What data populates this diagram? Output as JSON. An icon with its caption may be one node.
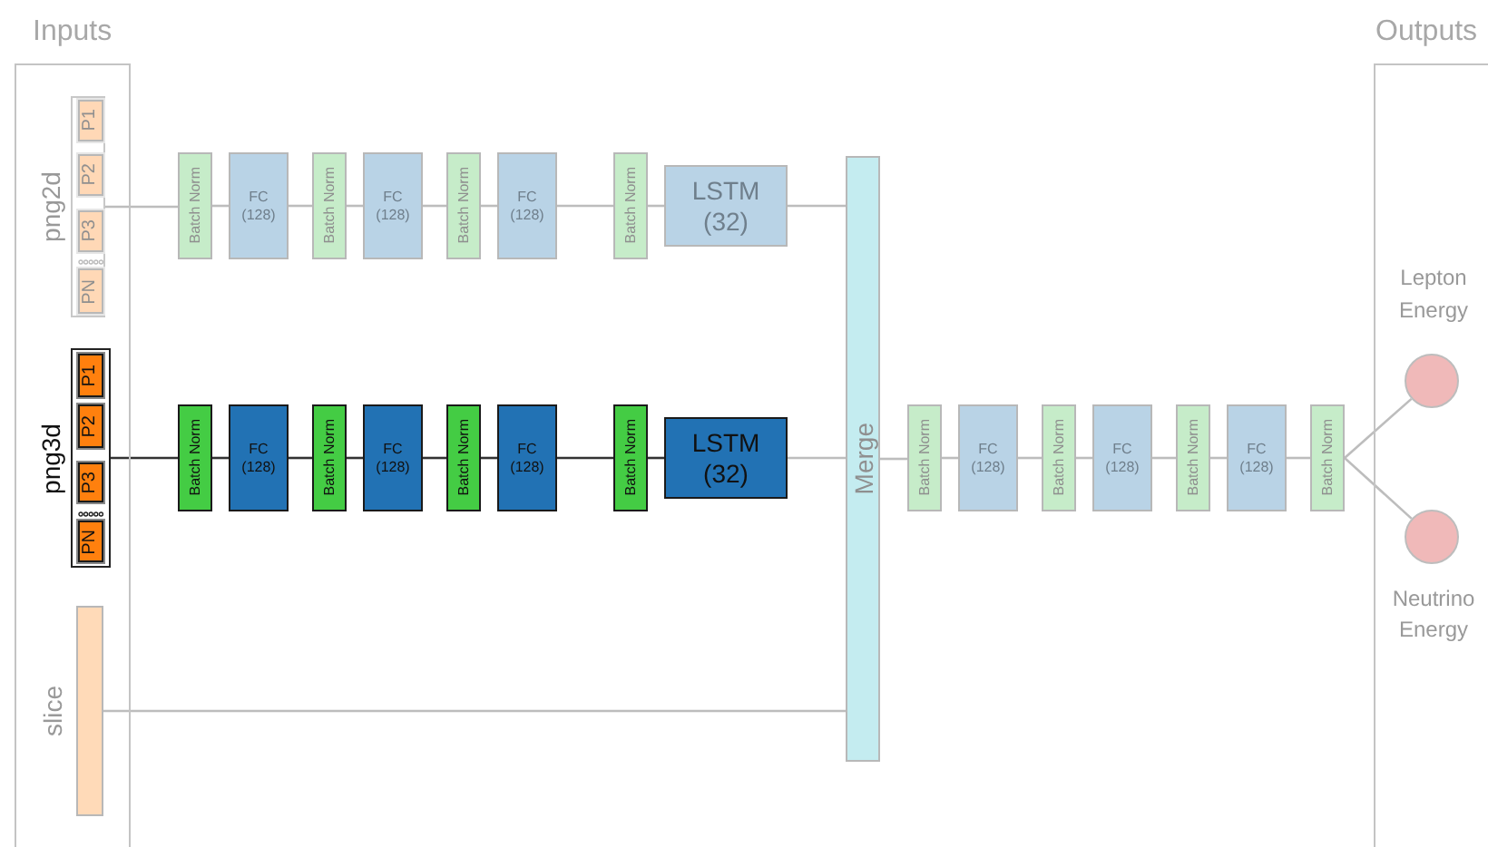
{
  "diagram": {
    "nodes": [
      {
        "text": [
          "Inputs"
        ]
      },
      {
        "text": [
          "png2d"
        ],
        "in": 0
      },
      {
        "text": [
          "P1"
        ],
        "in": 1
      },
      {
        "text": [
          "P2"
        ],
        "in": 1
      },
      {
        "text": [
          "P3"
        ],
        "in": 1
      },
      {
        "text": [
          "PN"
        ],
        "in": 1
      },
      {
        "text": [
          "png3d"
        ],
        "in": 0
      },
      {
        "text": [
          "P1"
        ],
        "in": 6
      },
      {
        "text": [
          "P2"
        ],
        "in": 6
      },
      {
        "text": [
          "P3"
        ],
        "in": 6
      },
      {
        "text": [
          "PN"
        ],
        "in": 6
      },
      {
        "text": [
          "slice"
        ],
        "in": 0
      },
      {
        "text": [
          "Batch Norm"
        ]
      },
      {
        "text": [
          "FC (128)"
        ]
      },
      {
        "text": [
          "Batch Norm"
        ]
      },
      {
        "text": [
          "FC (128)"
        ]
      },
      {
        "text": [
          "Batch Norm"
        ]
      },
      {
        "text": [
          "FC (128)"
        ]
      },
      {
        "text": [
          "Batch Norm"
        ]
      },
      {
        "text": [
          "LSTM (32)"
        ]
      },
      {
        "text": [
          "Batch Norm"
        ]
      },
      {
        "text": [
          "FC (128)"
        ]
      },
      {
        "text": [
          "Batch Norm"
        ]
      },
      {
        "text": [
          "FC (128)"
        ]
      },
      {
        "text": [
          "Batch Norm"
        ]
      },
      {
        "text": [
          "FC (128)"
        ]
      },
      {
        "text": [
          "Batch Norm"
        ]
      },
      {
        "text": [
          "LSTM (32)"
        ]
      },
      {
        "text": [
          "Merge"
        ]
      },
      {
        "text": [
          "Batch Norm"
        ]
      },
      {
        "text": [
          "FC (128)"
        ]
      },
      {
        "text": [
          "Batch Norm"
        ]
      },
      {
        "text": [
          "FC (128)"
        ]
      },
      {
        "text": [
          "Batch Norm"
        ]
      },
      {
        "text": [
          "FC (128)"
        ]
      },
      {
        "text": [
          "Batch Norm"
        ]
      },
      {
        "text": [
          "Outputs"
        ]
      },
      {
        "text": [],
        "shape": "circle",
        "in": 36,
        "beside": [
          "Lepton Energy"
        ]
      },
      {
        "text": [],
        "shape": "circle",
        "in": 36,
        "beside": [
          "Neutrino Energy"
        ]
      }
    ],
    "edges": [
      {
        "from": 1,
        "to": 12,
        "arrow": "none"
      },
      {
        "from": 12,
        "to": 13,
        "arrow": "none"
      },
      {
        "from": 13,
        "to": 14,
        "arrow": "none"
      },
      {
        "from": 14,
        "to": 15,
        "arrow": "none"
      },
      {
        "from": 15,
        "to": 16,
        "arrow": "none"
      },
      {
        "from": 16,
        "to": 17,
        "arrow": "none"
      },
      {
        "from": 17,
        "to": 18,
        "arrow": "none"
      },
      {
        "from": 18,
        "to": 19,
        "arrow": "none"
      },
      {
        "from": 19,
        "to": 28,
        "arrow": "none"
      },
      {
        "from": 6,
        "to": 20,
        "arrow": "none",
        "color": "#333333"
      },
      {
        "from": 20,
        "to": 21,
        "arrow": "none",
        "color": "#333333"
      },
      {
        "from": 21,
        "to": 22,
        "arrow": "none",
        "color": "#333333"
      },
      {
        "from": 22,
        "to": 23,
        "arrow": "none",
        "color": "#333333"
      },
      {
        "from": 23,
        "to": 24,
        "arrow": "none",
        "color": "#333333"
      },
      {
        "from": 24,
        "to": 25,
        "arrow": "none",
        "color": "#333333"
      },
      {
        "from": 25,
        "to": 26,
        "arrow": "none",
        "color": "#333333"
      },
      {
        "from": 26,
        "to": 27,
        "arrow": "none",
        "color": "#333333"
      },
      {
        "from": 27,
        "to": 28,
        "arrow": "none"
      },
      {
        "from": 11,
        "to": 28,
        "arrow": "none"
      },
      {
        "from": 28,
        "to": 29,
        "arrow": "none"
      },
      {
        "from": 29,
        "to": 30,
        "arrow": "none"
      },
      {
        "from": 30,
        "to": 31,
        "arrow": "none"
      },
      {
        "from": 31,
        "to": 32,
        "arrow": "none"
      },
      {
        "from": 32,
        "to": 33,
        "arrow": "none"
      },
      {
        "from": 33,
        "to": 34,
        "arrow": "none"
      },
      {
        "from": 34,
        "to": 35,
        "arrow": "none"
      },
      {
        "from": 35,
        "to": 37,
        "arrow": "none"
      },
      {
        "from": 35,
        "to": 38,
        "arrow": "none"
      }
    ]
  }
}
